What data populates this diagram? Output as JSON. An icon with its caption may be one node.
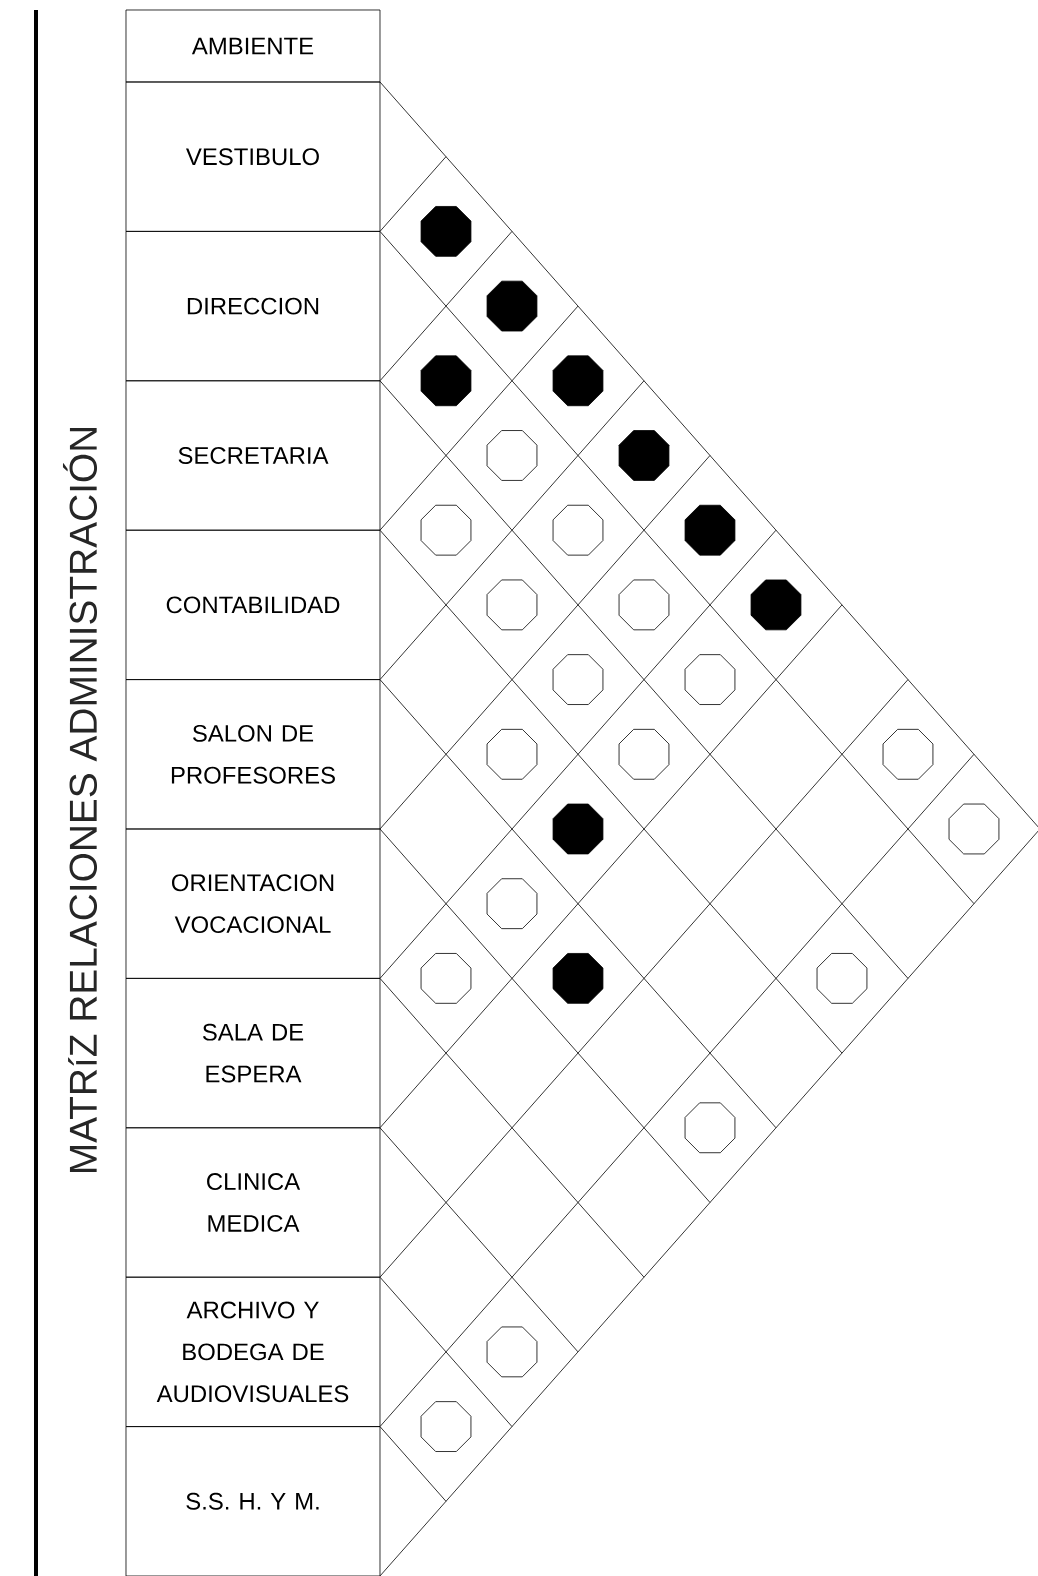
{
  "diagram": {
    "title": "MATRíZ RELACIONES ADMINISTRACIÓN",
    "nodes": [
      {
        "text": [
          "AMBIENTE"
        ]
      },
      {
        "text": [
          "VESTIBULO"
        ]
      },
      {
        "text": [
          "DIRECCION"
        ]
      },
      {
        "text": [
          "SECRETARIA"
        ]
      },
      {
        "text": [
          "CONTABILIDAD"
        ]
      },
      {
        "text": [
          "SALON DE PROFESORES"
        ]
      },
      {
        "text": [
          "ORIENTACION VOCACIONAL"
        ]
      },
      {
        "text": [
          "SALA DE ESPERA"
        ]
      },
      {
        "text": [
          "CLINICA MEDICA"
        ]
      },
      {
        "text": [
          "ARCHIVO Y BODEGA DE AUDIOVISUALES"
        ]
      },
      {
        "text": [
          "S.S. H. Y M."
        ]
      },
      {
        "text": [],
        "shape": "disc"
      },
      {
        "text": [],
        "shape": "disc"
      },
      {
        "text": [],
        "shape": "disc"
      },
      {
        "text": [],
        "shape": "disc"
      },
      {
        "text": [],
        "shape": "circle"
      },
      {
        "text": [],
        "shape": "disc"
      },
      {
        "text": [],
        "shape": "circle"
      },
      {
        "text": [],
        "shape": "circle"
      },
      {
        "text": [],
        "shape": "disc"
      },
      {
        "text": [],
        "shape": "circle"
      },
      {
        "text": [],
        "shape": "circle"
      },
      {
        "text": [],
        "shape": "disc"
      },
      {
        "text": [],
        "shape": "circle"
      },
      {
        "text": [],
        "shape": "circle"
      },
      {
        "text": [],
        "shape": "circle"
      },
      {
        "text": [],
        "shape": "circle"
      },
      {
        "text": [],
        "shape": "circle"
      },
      {
        "text": [],
        "shape": "disc"
      },
      {
        "text": [],
        "shape": "circle"
      },
      {
        "text": [],
        "shape": "circle"
      },
      {
        "text": [],
        "shape": "circle"
      },
      {
        "text": [],
        "shape": "disc"
      },
      {
        "text": [],
        "shape": "circle"
      },
      {
        "text": [],
        "shape": "circle"
      },
      {
        "text": [],
        "shape": "circle"
      },
      {
        "text": [],
        "shape": "circle"
      }
    ]
  }
}
